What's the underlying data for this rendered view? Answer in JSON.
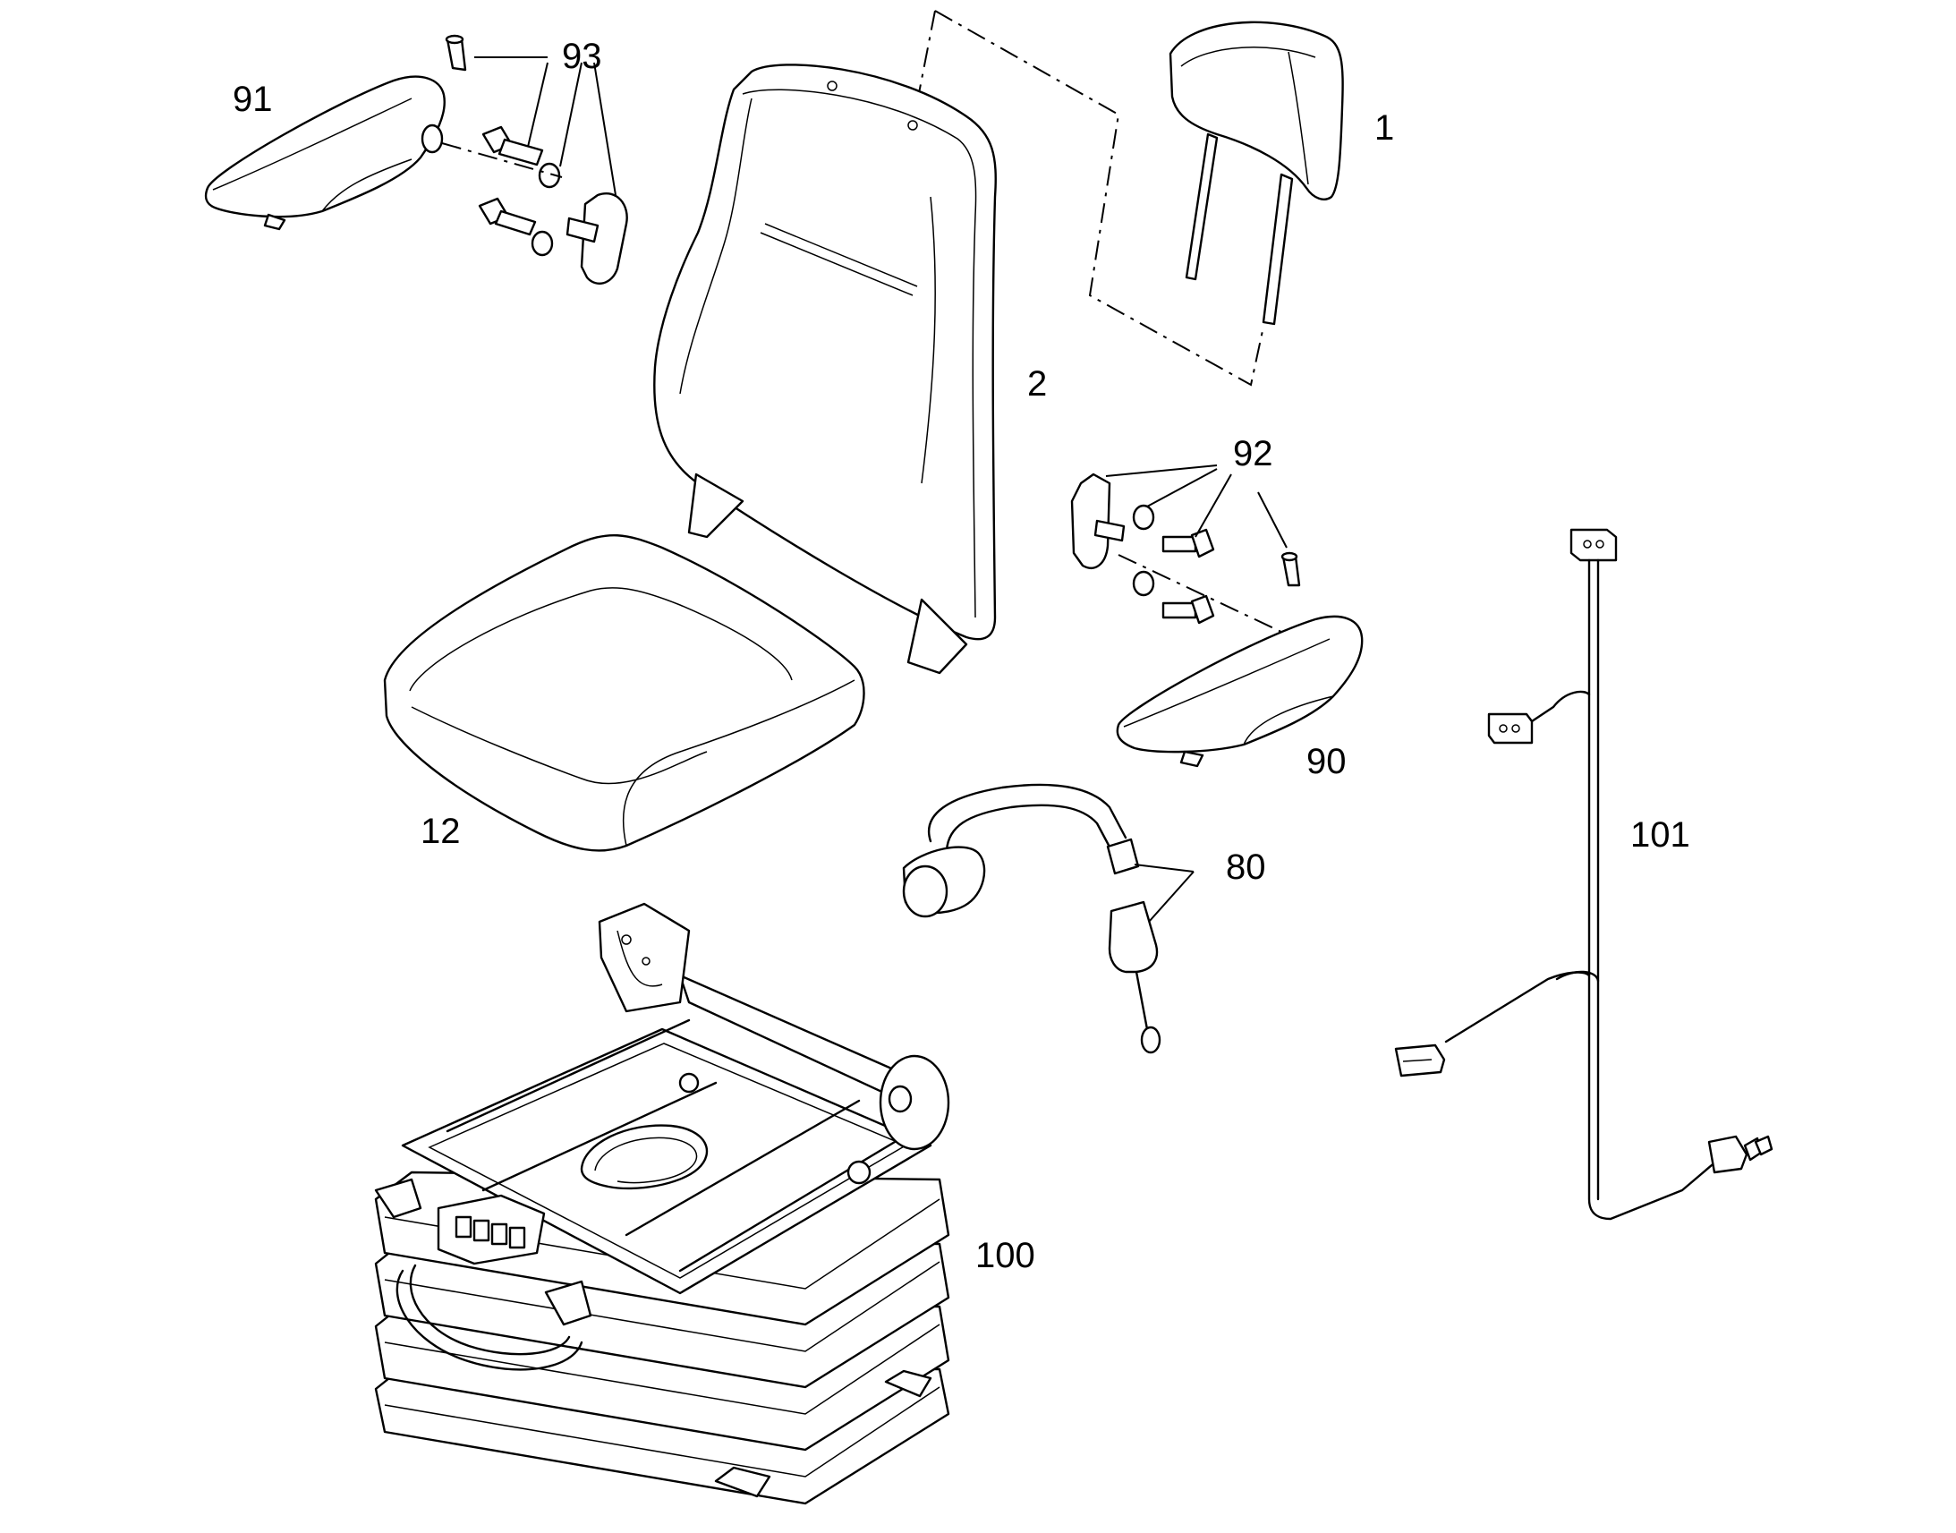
{
  "callouts": {
    "headrest": "1",
    "backrest": "2",
    "cushion": "12",
    "seat_belt": "80",
    "armrest_right": "90",
    "armrest_left": "91",
    "hardware_right": "92",
    "hardware_left": "93",
    "suspension": "100",
    "wiring_harness": "101"
  }
}
